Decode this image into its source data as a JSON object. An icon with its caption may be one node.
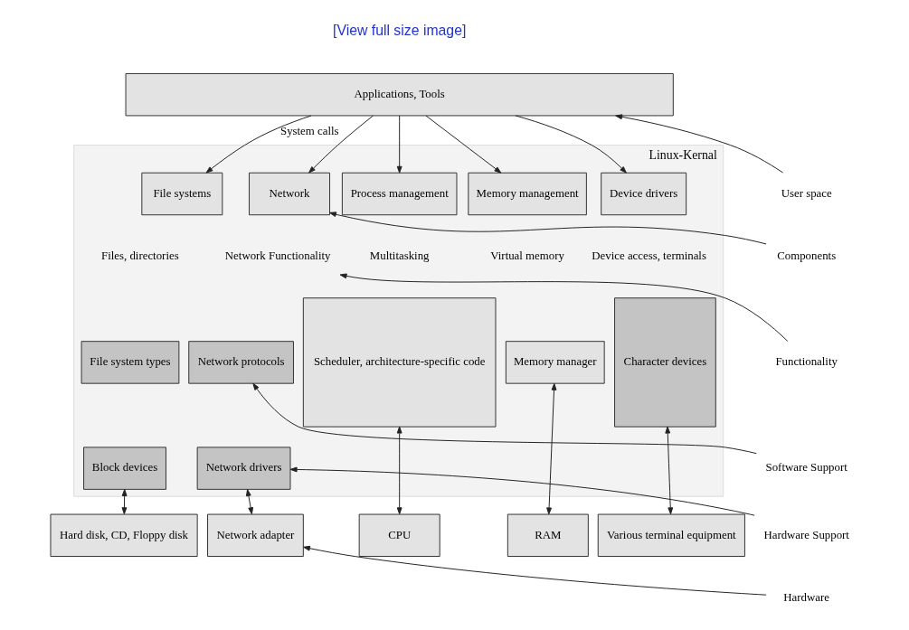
{
  "diagram": {
    "nodes": [
      {
        "text": [
          "Applications, Tools"
        ]
      },
      {
        "text": [
          "Linux-Kernal"
        ]
      },
      {
        "text": [
          "Process management"
        ],
        "in": 1
      },
      {
        "text": [
          "Memory management"
        ],
        "in": 1
      },
      {
        "text": [
          "File systems"
        ],
        "in": 1
      },
      {
        "text": [
          "Device drivers"
        ],
        "in": 1
      },
      {
        "text": [
          "Network"
        ],
        "in": 1
      },
      {
        "text": [
          "Network Functionality"
        ],
        "in": 1
      },
      {
        "text": [
          "Scheduler, architecture-specific code"
        ],
        "in": 1
      },
      {
        "text": [
          "Memory manager"
        ],
        "in": 1
      },
      {
        "text": [
          "File system types"
        ],
        "in": 1
      },
      {
        "text": [
          "Block devices"
        ],
        "in": 1
      },
      {
        "text": [
          "Character devices"
        ],
        "in": 1
      },
      {
        "text": [
          "Network protocols"
        ],
        "in": 1
      },
      {
        "text": [
          "Network drivers"
        ],
        "in": 1
      },
      {
        "text": [
          "CPU"
        ]
      },
      {
        "text": [
          "RAM"
        ]
      },
      {
        "text": [
          "Hard disk, CD, Floppy disk"
        ]
      },
      {
        "text": [
          "Various terminal equipment"
        ]
      },
      {
        "text": [
          "Network adapter"
        ]
      },
      {
        "text": [
          "User space"
        ]
      },
      {
        "text": [
          "Components"
        ]
      },
      {
        "text": [
          "Functionality"
        ]
      },
      {
        "text": [
          "Software Support"
        ]
      },
      {
        "text": [
          "Hardware Support"
        ]
      },
      {
        "text": [
          "Hardware"
        ]
      }
    ],
    "edges": [
      {
        "from": 0,
        "to": 2,
        "arrow": "to"
      },
      {
        "from": 0,
        "to": 3,
        "arrow": "to"
      },
      {
        "from": 0,
        "to": 4,
        "arrow": "to",
        "label": "System calls"
      },
      {
        "from": 0,
        "to": 5,
        "arrow": "to"
      },
      {
        "from": 0,
        "to": 6,
        "arrow": "to"
      },
      {
        "from": 8,
        "to": 15,
        "arrow": "both"
      },
      {
        "from": 9,
        "to": 16,
        "arrow": "both"
      },
      {
        "from": 11,
        "to": 17,
        "arrow": "both"
      },
      {
        "from": 12,
        "to": 18,
        "arrow": "both"
      },
      {
        "from": 14,
        "to": 19,
        "arrow": "both"
      },
      {
        "from": 20,
        "to": 0,
        "arrow": "to"
      },
      {
        "from": 21,
        "to": 6,
        "arrow": "to"
      },
      {
        "from": 22,
        "to": 7,
        "arrow": "to"
      },
      {
        "from": 23,
        "to": 13,
        "arrow": "to"
      },
      {
        "from": 24,
        "to": 14,
        "arrow": "to"
      },
      {
        "from": 25,
        "to": 19,
        "arrow": "to"
      }
    ],
    "labels": [
      "[View full size image]",
      "Multitasking",
      "Virtual memory",
      "Files, directories",
      "Device access, terminals"
    ]
  }
}
